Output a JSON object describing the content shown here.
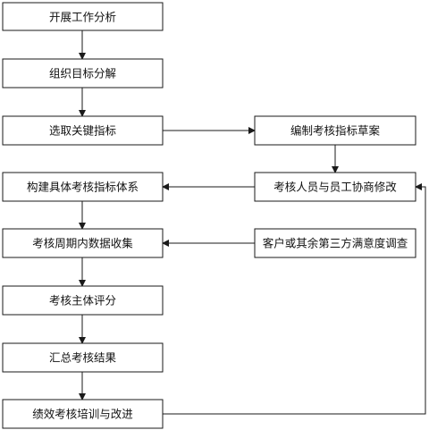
{
  "flowchart": {
    "left_column": [
      {
        "id": "n1",
        "label": "开展工作分析"
      },
      {
        "id": "n2",
        "label": "组织目标分解"
      },
      {
        "id": "n3",
        "label": "选取关键指标"
      },
      {
        "id": "n4",
        "label": "构建具体考核指标体系"
      },
      {
        "id": "n5",
        "label": "考核周期内数据收集"
      },
      {
        "id": "n6",
        "label": "考核主体评分"
      },
      {
        "id": "n7",
        "label": "汇总考核结果"
      },
      {
        "id": "n8",
        "label": "绩效考核培训与改进"
      }
    ],
    "right_column": [
      {
        "id": "r1",
        "label": "编制考核指标草案"
      },
      {
        "id": "r2",
        "label": "考核人员与员工协商修改"
      },
      {
        "id": "r3",
        "label": "客户或其余第三方满意度调查"
      }
    ],
    "connections": [
      {
        "from": "n1",
        "to": "n2"
      },
      {
        "from": "n2",
        "to": "n3"
      },
      {
        "from": "n3",
        "to": "r1"
      },
      {
        "from": "r1",
        "to": "r2"
      },
      {
        "from": "r2",
        "to": "n4"
      },
      {
        "from": "n4",
        "to": "n5"
      },
      {
        "from": "r3",
        "to": "n5"
      },
      {
        "from": "n5",
        "to": "n6"
      },
      {
        "from": "n6",
        "to": "n7"
      },
      {
        "from": "n7",
        "to": "n8"
      },
      {
        "from": "n8",
        "to": "r2"
      }
    ]
  }
}
